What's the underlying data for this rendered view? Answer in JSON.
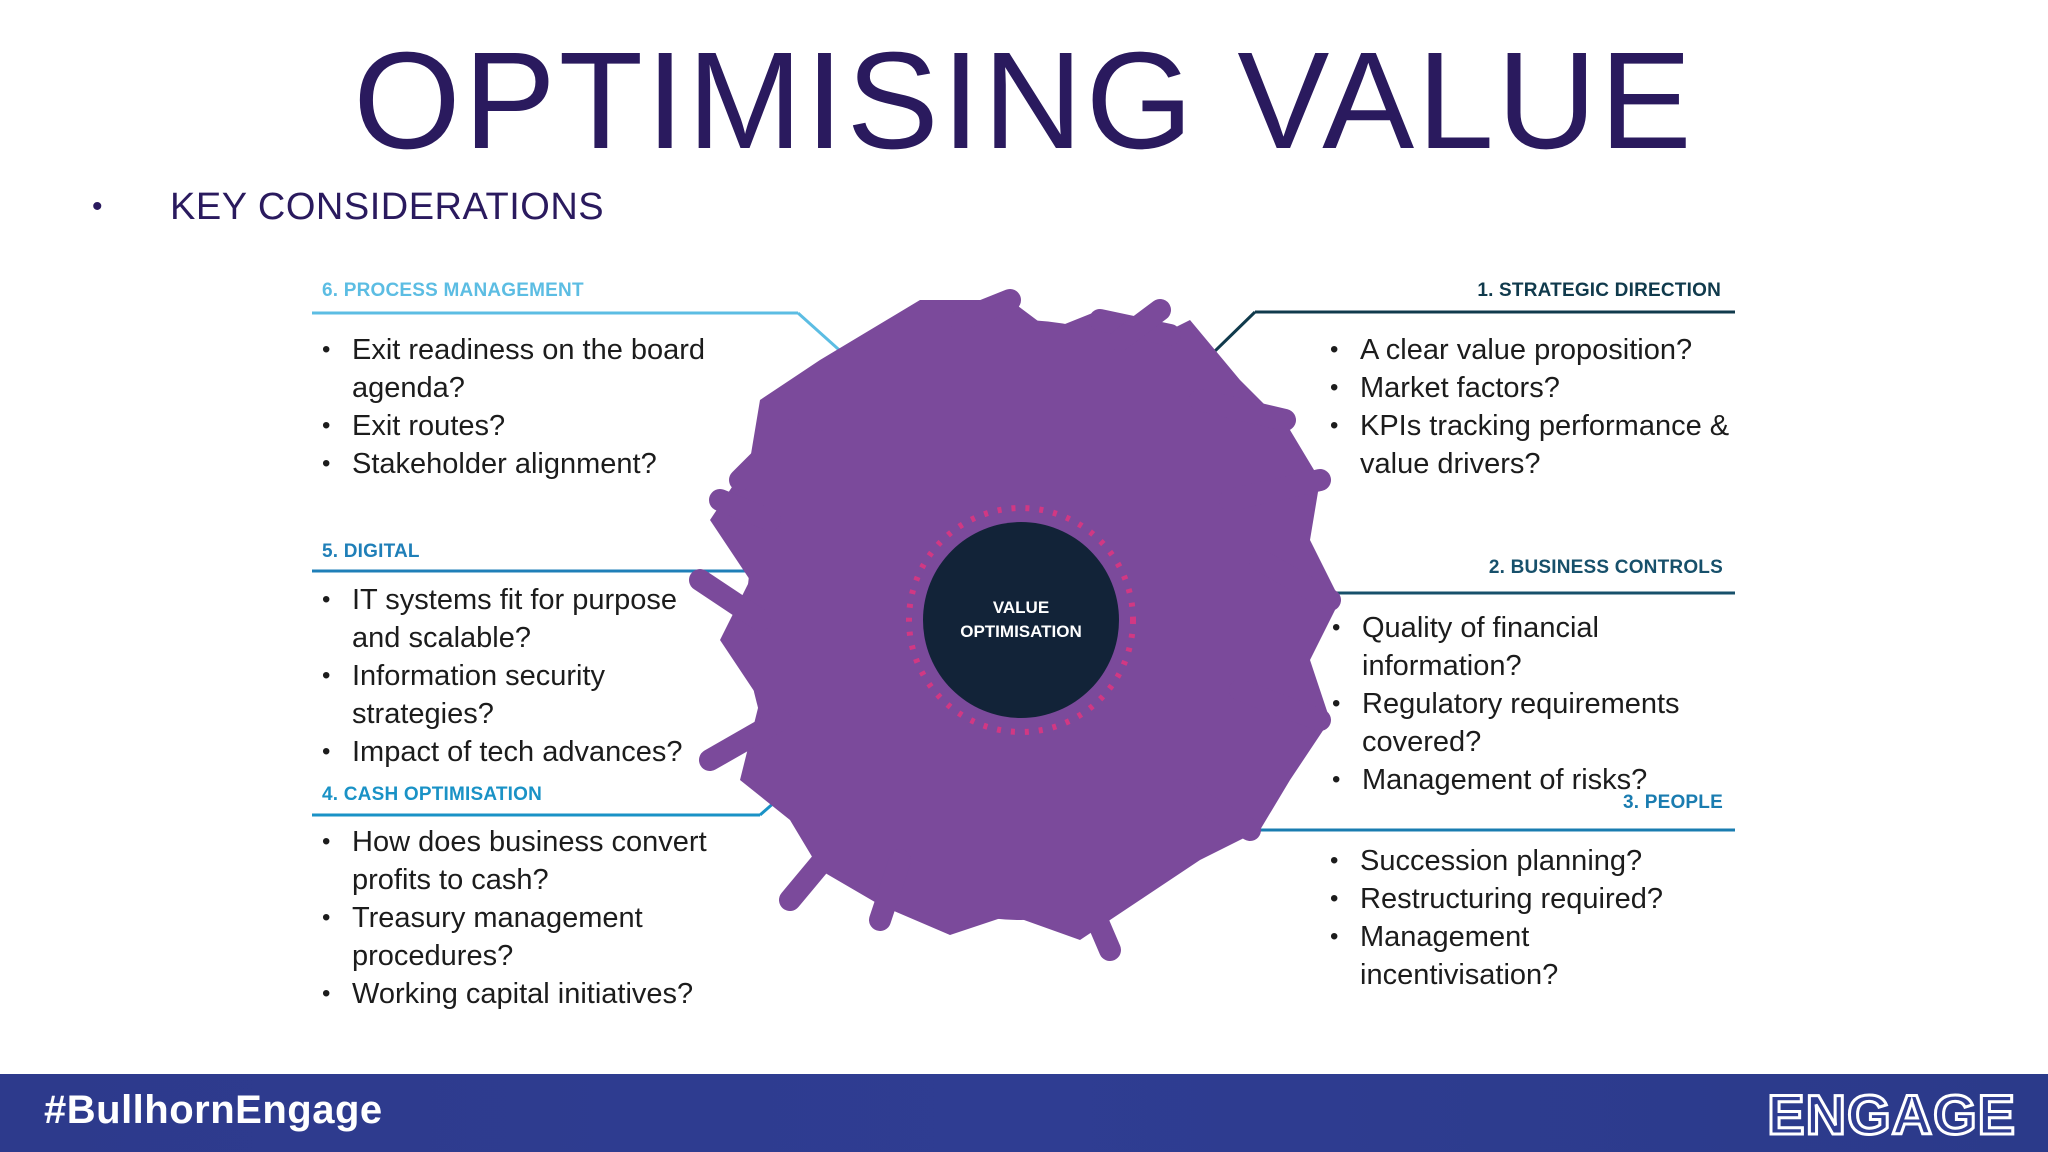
{
  "slide": {
    "title": "OPTIMISING VALUE",
    "bullet": "•",
    "subtitle": "KEY CONSIDERATIONS"
  },
  "hub": {
    "line1": "VALUE",
    "line2": "OPTIMISATION"
  },
  "sections": {
    "s1": {
      "heading": "1. STRATEGIC DIRECTION",
      "color": "#103a4c",
      "items": [
        "A clear value proposition?",
        "Market factors?",
        "KPIs tracking performance & value drivers?"
      ]
    },
    "s2": {
      "heading": "2. BUSINESS CONTROLS",
      "color": "#17506b",
      "items": [
        "Quality of  financial information?",
        "Regulatory requirements covered?",
        "Management of risks?"
      ]
    },
    "s3": {
      "heading": "3. PEOPLE",
      "color": "#1a7cb0",
      "items": [
        "Succession planning?",
        "Restructuring required?",
        "Management incentivisation?"
      ]
    },
    "s4": {
      "heading": "4. CASH OPTIMISATION",
      "color": "#1a92c6",
      "items": [
        "How does business convert profits to cash?",
        "Treasury management procedures?",
        "Working capital initiatives?"
      ]
    },
    "s5": {
      "heading": "5. DIGITAL",
      "color": "#1f7fb8",
      "items": [
        "IT systems fit for purpose and scalable?",
        "Information security strategies?",
        "Impact of tech advances?"
      ]
    },
    "s6": {
      "heading": "6. PROCESS MANAGEMENT",
      "color": "#5cbde3",
      "items": [
        "Exit readiness on the board agenda?",
        "Exit routes?",
        "Stakeholder alignment?"
      ]
    }
  },
  "colors": {
    "scribble": "#7b4a9b",
    "hub": "#122338",
    "accent_pink": "#e0357f",
    "footer": "#2f3d92"
  },
  "footer": {
    "hashtag": "#BullhornEngage",
    "logo": "ENGAGE"
  }
}
